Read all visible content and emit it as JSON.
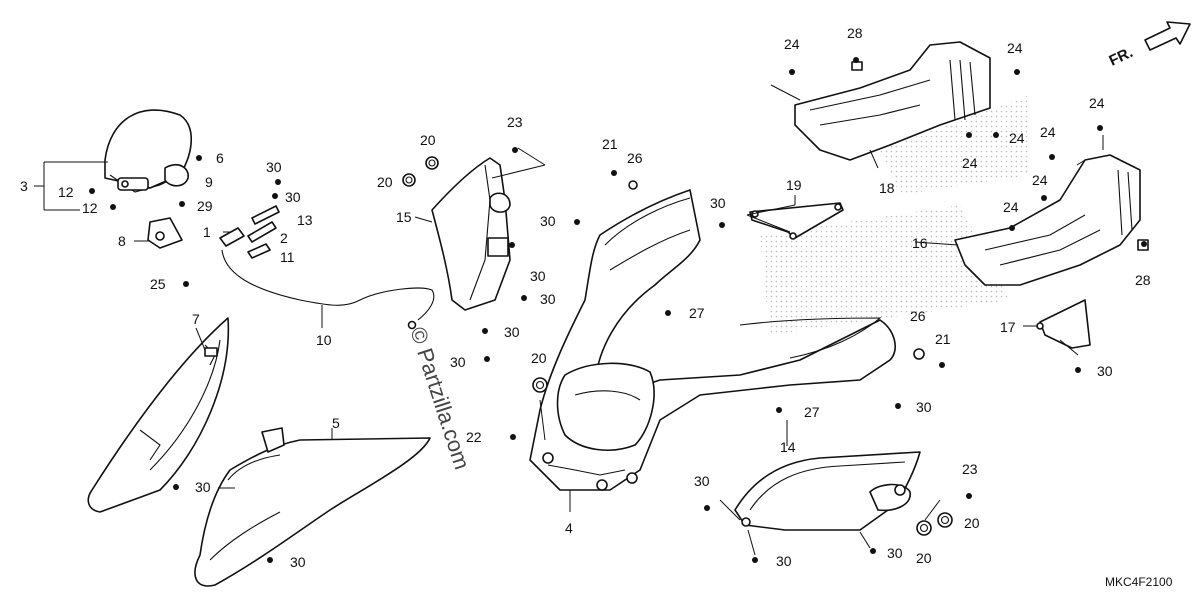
{
  "diagram": {
    "code": "MKC4F2100",
    "direction_label": "FR.",
    "watermark": "© Partzilla.com",
    "callouts": [
      "1",
      "2",
      "3",
      "4",
      "5",
      "6",
      "7",
      "8",
      "9",
      "10",
      "11",
      "12",
      "12",
      "13",
      "14",
      "15",
      "16",
      "17",
      "18",
      "19",
      "20",
      "20",
      "20",
      "20",
      "20",
      "21",
      "21",
      "22",
      "23",
      "23",
      "24",
      "24",
      "24",
      "24",
      "24",
      "24",
      "24",
      "25",
      "26",
      "26",
      "27",
      "27",
      "28",
      "28",
      "29",
      "30"
    ]
  }
}
